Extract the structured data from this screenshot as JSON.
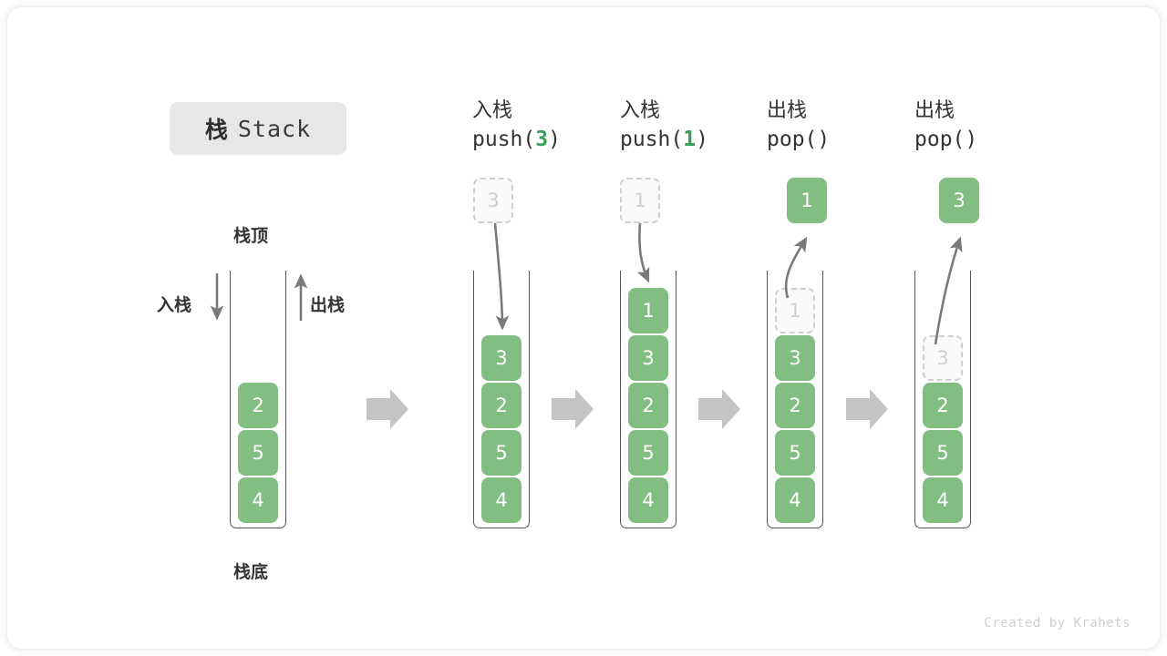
{
  "title": {
    "cn": "栈",
    "en": "Stack"
  },
  "labels": {
    "top": "栈顶",
    "bottom": "栈底",
    "push": "入栈",
    "pop": "出栈"
  },
  "watermark": "Created by Krahets",
  "colors": {
    "cell_fill": "#82bd82",
    "cell_text": "#ffffff",
    "ghost_fill": "#fafafa",
    "ghost_border": "#cfcfcf",
    "ghost_text": "#cfcfcf",
    "accent_code": "#38a05a",
    "arrow": "#7a7a7a",
    "container_border": "#555555",
    "title_pill": "#e7e7e7",
    "step_arrow": "#c4c4c4"
  },
  "columns": [
    {
      "id": "initial",
      "head_cn": "",
      "head_code": "",
      "code_arg": "",
      "stack": [
        "2",
        "5",
        "4"
      ],
      "stack_states": [
        "solid",
        "solid",
        "solid"
      ],
      "float_cell": null
    },
    {
      "id": "push3",
      "head_cn": "入栈",
      "head_code_prefix": "push(",
      "code_arg": "3",
      "head_code_suffix": ")",
      "stack": [
        "3",
        "2",
        "5",
        "4"
      ],
      "stack_states": [
        "solid",
        "solid",
        "solid",
        "solid"
      ],
      "float_cell": {
        "value": "3",
        "state": "ghost"
      }
    },
    {
      "id": "push1",
      "head_cn": "入栈",
      "head_code_prefix": "push(",
      "code_arg": "1",
      "head_code_suffix": ")",
      "stack": [
        "1",
        "3",
        "2",
        "5",
        "4"
      ],
      "stack_states": [
        "solid",
        "solid",
        "solid",
        "solid",
        "solid"
      ],
      "float_cell": {
        "value": "1",
        "state": "ghost"
      }
    },
    {
      "id": "pop1",
      "head_cn": "出栈",
      "head_code_prefix": "pop(",
      "code_arg": "",
      "head_code_suffix": ")",
      "stack": [
        "1",
        "3",
        "2",
        "5",
        "4"
      ],
      "stack_states": [
        "ghost",
        "solid",
        "solid",
        "solid",
        "solid"
      ],
      "float_cell": {
        "value": "1",
        "state": "solid"
      }
    },
    {
      "id": "pop3",
      "head_cn": "出栈",
      "head_code_prefix": "pop(",
      "code_arg": "",
      "head_code_suffix": ")",
      "stack": [
        "3",
        "2",
        "5",
        "4"
      ],
      "stack_states": [
        "ghost",
        "solid",
        "solid",
        "solid"
      ],
      "float_cell": {
        "value": "3",
        "state": "solid"
      }
    }
  ],
  "step_arrows": 4
}
